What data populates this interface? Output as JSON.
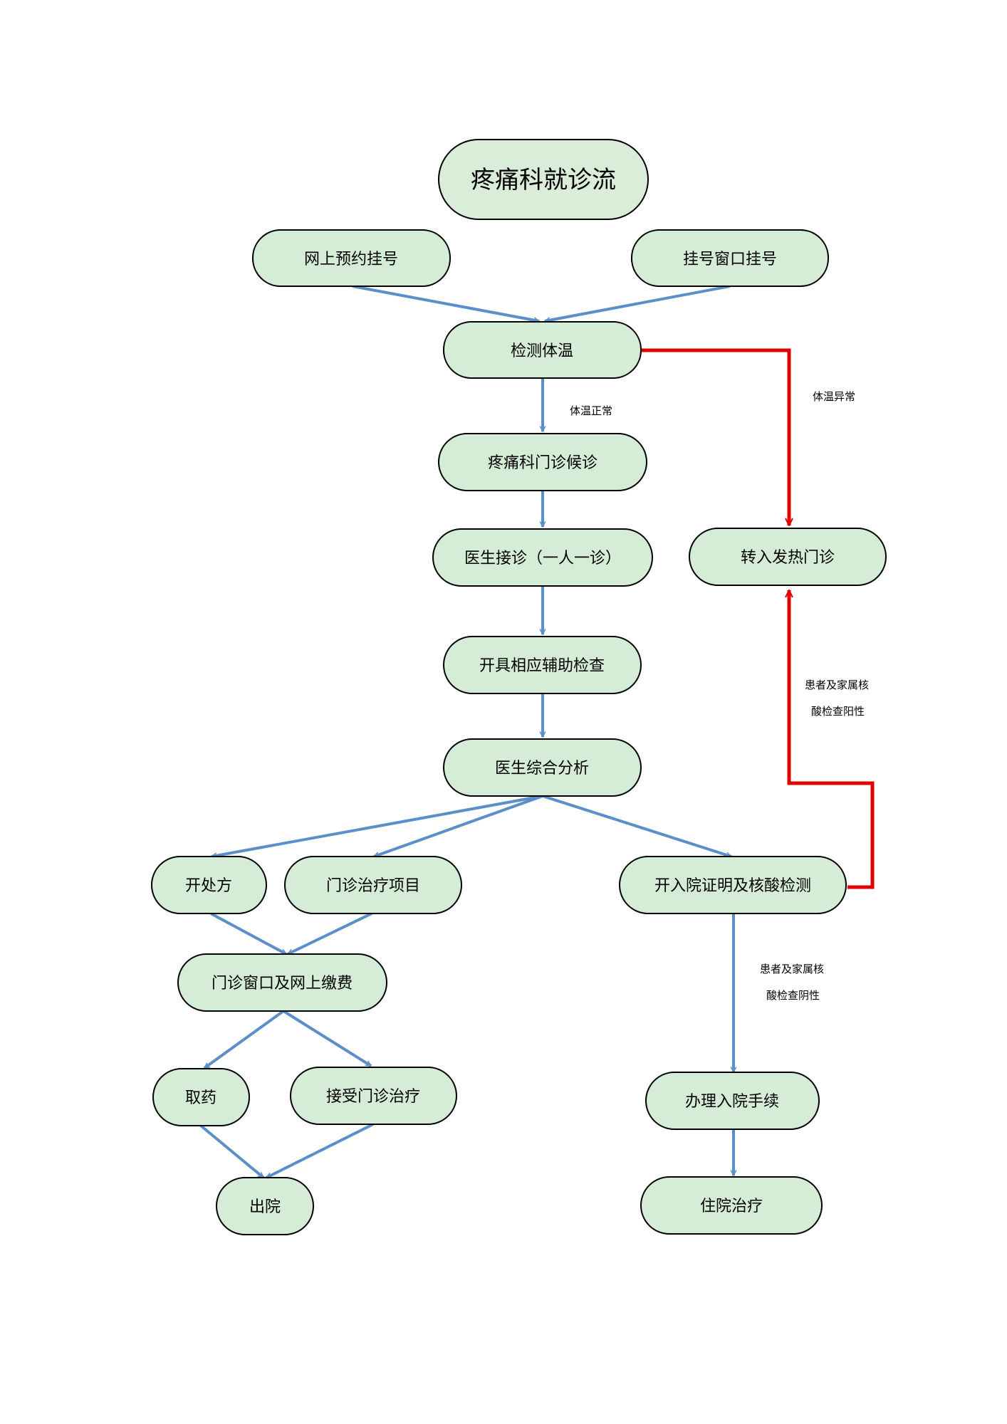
{
  "title": "疼痛科就诊流",
  "colors": {
    "node_fill": "#d5ecd6",
    "title_fill": "#d9edd9",
    "node_stroke": "#000000",
    "flow_arrow": "#5b8fc9",
    "alert_arrow": "#e00000"
  },
  "nodes": {
    "online_reg": "网上预约挂号",
    "window_reg": "挂号窗口挂号",
    "temp_check": "检测体温",
    "clinic_wait": "疼痛科门诊候诊",
    "doctor_consult": "医生接诊（一人一诊）",
    "aux_exam": "开具相应辅助检查",
    "analysis": "医生综合分析",
    "prescription": "开处方",
    "outpatient_treat_items": "门诊治疗项目",
    "admission_cert": "开入院证明及核酸检测",
    "fever_clinic": "转入发热门诊",
    "payment": "门诊窗口及网上缴费",
    "get_medicine": "取药",
    "receive_treatment": "接受门诊治疗",
    "admission_procedure": "办理入院手续",
    "discharge": "出院",
    "inpatient_treatment": "住院治疗"
  },
  "edge_labels": {
    "temp_normal": "体温正常",
    "temp_abnormal": "体温异常",
    "positive_a_line1": "患者及家属核",
    "positive_a_line2": "酸检查阳性",
    "negative_line1": "患者及家属核",
    "negative_line2": "酸检查阴性"
  }
}
